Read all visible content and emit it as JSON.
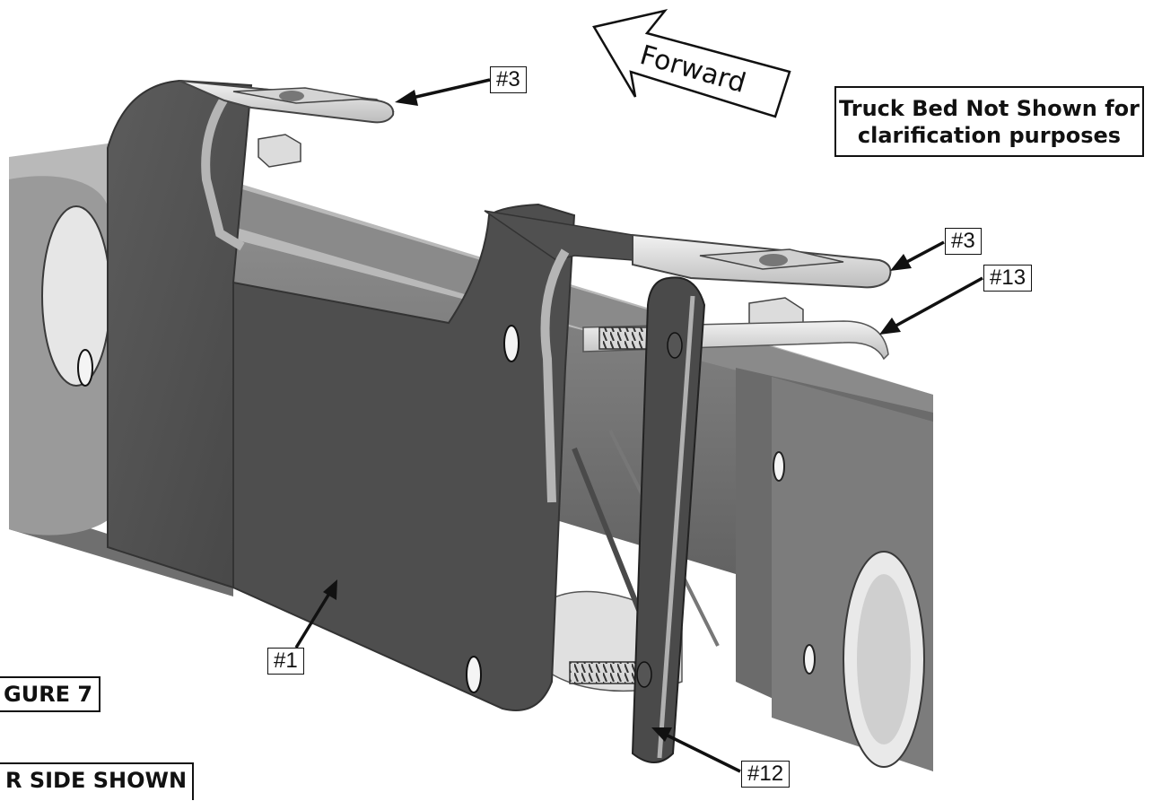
{
  "forward_label": "Forward",
  "note": {
    "line1": "Truck Bed Not Shown for",
    "line2": "clarification purposes"
  },
  "figure_label": "GURE 7",
  "side_label": "R SIDE SHOWN",
  "callouts": {
    "part3_top": "#3",
    "part3_right": "#3",
    "part13": "#13",
    "part1": "#1",
    "part12": "#12"
  }
}
